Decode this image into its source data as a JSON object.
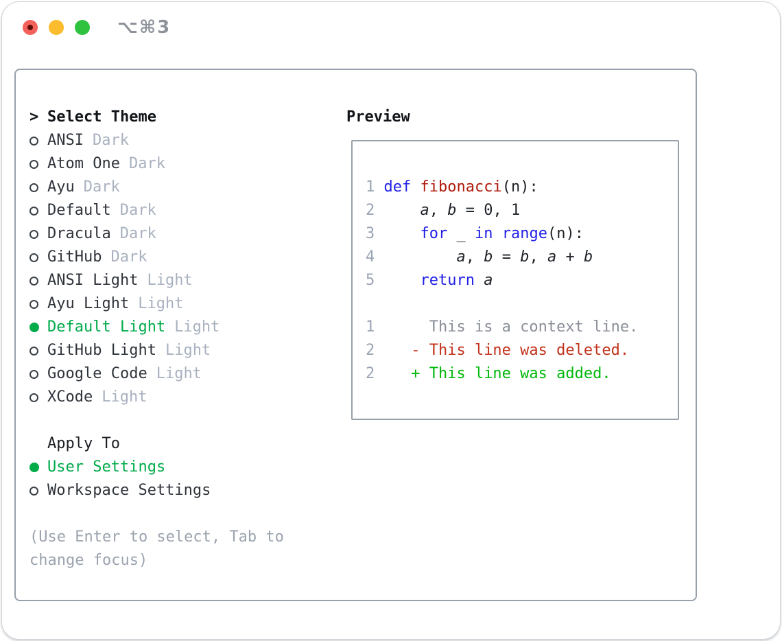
{
  "window": {
    "shortcut_label": "⌥⌘3",
    "traffic_lights": [
      "close",
      "minimize",
      "zoom"
    ]
  },
  "panel": {
    "theme_section": {
      "header_prefix": ">",
      "header": "Select Theme",
      "items": [
        {
          "name": "ANSI",
          "variant": "Dark",
          "selected": false
        },
        {
          "name": "Atom One",
          "variant": "Dark",
          "selected": false
        },
        {
          "name": "Ayu",
          "variant": "Dark",
          "selected": false
        },
        {
          "name": "Default",
          "variant": "Dark",
          "selected": false
        },
        {
          "name": "Dracula",
          "variant": "Dark",
          "selected": false
        },
        {
          "name": "GitHub",
          "variant": "Dark",
          "selected": false
        },
        {
          "name": "ANSI Light",
          "variant": "Light",
          "selected": false
        },
        {
          "name": "Ayu Light",
          "variant": "Light",
          "selected": false
        },
        {
          "name": "Default Light",
          "variant": "Light",
          "selected": true
        },
        {
          "name": "GitHub Light",
          "variant": "Light",
          "selected": false
        },
        {
          "name": "Google Code",
          "variant": "Light",
          "selected": false
        },
        {
          "name": "XCode",
          "variant": "Light",
          "selected": false
        }
      ]
    },
    "apply_section": {
      "header": "Apply To",
      "options": [
        {
          "label": "User Settings",
          "selected": true
        },
        {
          "label": "Workspace Settings",
          "selected": false
        }
      ]
    },
    "hint": {
      "line1": "(Use Enter to select, Tab to",
      "line2": "change focus)"
    },
    "preview": {
      "header": "Preview",
      "lines": [
        {
          "num": "1",
          "segments": [
            {
              "t": " ",
              "c": "plain"
            },
            {
              "t": "def",
              "c": "kw"
            },
            {
              "t": " ",
              "c": "plain"
            },
            {
              "t": "fibonacci",
              "c": "fn"
            },
            {
              "t": "(n):",
              "c": "plain"
            }
          ]
        },
        {
          "num": "2",
          "segments": [
            {
              "t": "     ",
              "c": "plain"
            },
            {
              "t": "a",
              "c": "var"
            },
            {
              "t": ", ",
              "c": "plain"
            },
            {
              "t": "b",
              "c": "var"
            },
            {
              "t": " = 0, 1",
              "c": "plain"
            }
          ]
        },
        {
          "num": "3",
          "segments": [
            {
              "t": "     ",
              "c": "plain"
            },
            {
              "t": "for",
              "c": "kw"
            },
            {
              "t": " _ ",
              "c": "plain"
            },
            {
              "t": "in",
              "c": "kw"
            },
            {
              "t": " ",
              "c": "plain"
            },
            {
              "t": "range",
              "c": "kw"
            },
            {
              "t": "(n):",
              "c": "plain"
            }
          ]
        },
        {
          "num": "4",
          "segments": [
            {
              "t": "         ",
              "c": "plain"
            },
            {
              "t": "a",
              "c": "var"
            },
            {
              "t": ", ",
              "c": "plain"
            },
            {
              "t": "b",
              "c": "var"
            },
            {
              "t": " = ",
              "c": "plain"
            },
            {
              "t": "b",
              "c": "var"
            },
            {
              "t": ", ",
              "c": "plain"
            },
            {
              "t": "a",
              "c": "var"
            },
            {
              "t": " + ",
              "c": "plain"
            },
            {
              "t": "b",
              "c": "var"
            }
          ]
        },
        {
          "num": "5",
          "segments": [
            {
              "t": "     ",
              "c": "plain"
            },
            {
              "t": "return",
              "c": "kw"
            },
            {
              "t": " ",
              "c": "plain"
            },
            {
              "t": "a",
              "c": "var"
            }
          ]
        },
        {
          "num": "",
          "segments": []
        },
        {
          "num": "1",
          "segments": [
            {
              "t": "      This is a context line.",
              "c": "ctx"
            }
          ]
        },
        {
          "num": "2",
          "segments": [
            {
              "t": "    - This line was deleted.",
              "c": "del"
            }
          ]
        },
        {
          "num": "2",
          "segments": [
            {
              "t": "    + This line was added.",
              "c": "add"
            }
          ]
        }
      ]
    }
  },
  "colors": {
    "selection_green": "#00ab4a",
    "added_green": "#00b80a",
    "deleted_red": "#c2331d",
    "keyword_blue": "#2020e6",
    "function_red": "#b01b0e",
    "muted_gray": "#a9b1bf",
    "line_number_gray": "#9aa4b4",
    "hint_gray": "#9ba3af",
    "border_gray": "#97a0ab",
    "traffic_red": "#f4615a",
    "traffic_yellow": "#fbbc2e",
    "traffic_green": "#2ec23e"
  }
}
